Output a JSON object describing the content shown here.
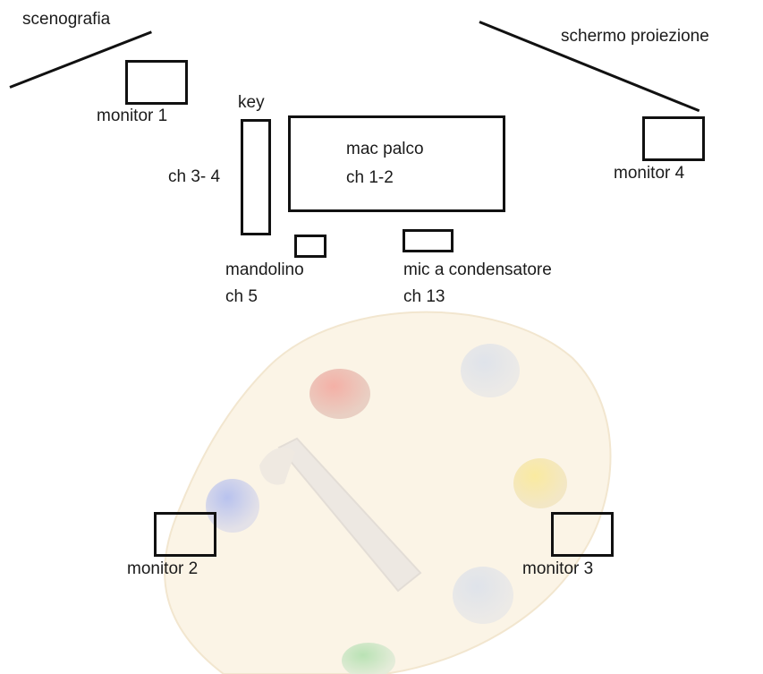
{
  "diagram": {
    "labels": {
      "scenografia": "scenografia",
      "schermo": "schermo proiezione",
      "monitor1": "monitor 1",
      "monitor2": "monitor 2",
      "monitor3": "monitor 3",
      "monitor4": "monitor 4",
      "key": "key",
      "key_channel": "ch 3- 4",
      "mac_title": "mac palco",
      "mac_channel": "ch 1-2",
      "mandolino": "mandolino",
      "mandolino_channel": "ch 5",
      "mic": "mic a condensatore",
      "mic_channel": "ch 13"
    },
    "watermark_icon": "palette-icon",
    "colors": {
      "line": "#111111",
      "watermark_tint": "#f3e7cd"
    }
  }
}
